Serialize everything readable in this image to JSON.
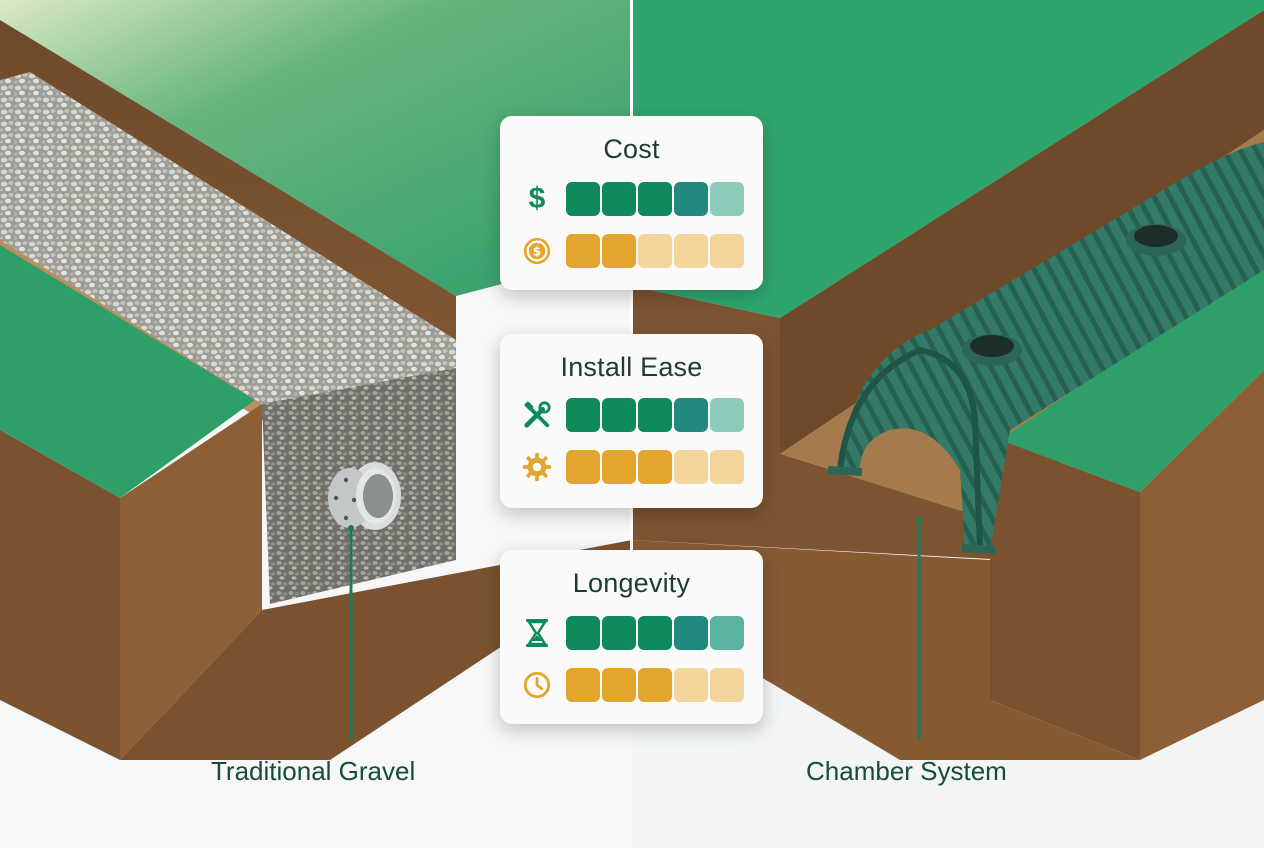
{
  "colors": {
    "grass": "#2fa26b",
    "soil": "#7a5230",
    "gravel": "#bdbdb6",
    "chamber": "#2f6f5f",
    "bar_green": "#0f8a5b",
    "bar_teal": "#22897f",
    "bar_teal_light": "#8ccab9",
    "bar_gold": "#e3a52e",
    "bar_gold_light": "#f2d69e",
    "label_text": "#154c3d"
  },
  "labels": {
    "left": "Traditional Gravel",
    "right": "Chamber System"
  },
  "cards": [
    {
      "title": "Cost",
      "rows": [
        {
          "icon": "dollar-icon",
          "glyph": "$",
          "cells": [
            "#0f8a5b",
            "#0f8a5b",
            "#0f8a5b",
            "#22897f",
            "#8ccab9"
          ]
        },
        {
          "icon": "refresh-coin-icon",
          "glyph": "",
          "cells": [
            "#e3a52e",
            "#e3a52e",
            "#f2d69e",
            "#f2d69e",
            "#f2d69e"
          ]
        }
      ]
    },
    {
      "title": "Install Ease",
      "rows": [
        {
          "icon": "tools-icon",
          "glyph": "",
          "cells": [
            "#0f8a5b",
            "#0f8a5b",
            "#0f8a5b",
            "#22897f",
            "#8ccab9"
          ]
        },
        {
          "icon": "gear-icon",
          "glyph": "",
          "cells": [
            "#e3a52e",
            "#e3a52e",
            "#e3a52e",
            "#f2d69e",
            "#f2d69e"
          ]
        }
      ]
    },
    {
      "title": "Longevity",
      "rows": [
        {
          "icon": "hourglass-icon",
          "glyph": "",
          "cells": [
            "#0f8a5b",
            "#0f8a5b",
            "#0f8a5b",
            "#22897f",
            "#5bb3a2"
          ]
        },
        {
          "icon": "clock-icon",
          "glyph": "",
          "cells": [
            "#e3a52e",
            "#e3a52e",
            "#e3a52e",
            "#f2d69e",
            "#f2d69e"
          ]
        }
      ]
    }
  ]
}
